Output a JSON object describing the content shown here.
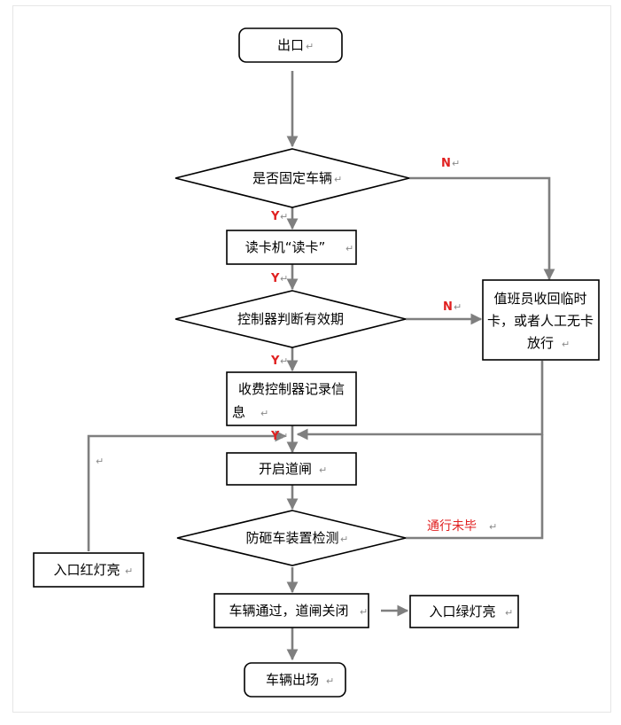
{
  "nodes": {
    "start": "出口",
    "is_fixed": "是否固定车辆",
    "read_card": "读卡机“读卡”",
    "valid_check": "控制器判断有效期",
    "record": [
      "收费控制器记录信",
      "息"
    ],
    "open_gate": "开启道闸",
    "anti_smash": "防砸车装置检测",
    "pass_close": "车辆通过，道闸关闭",
    "exit": "车辆出场",
    "attendant": [
      "值班员收回临时",
      "卡，或者人工无卡",
      "放行"
    ],
    "red_light": "入口红灯亮",
    "green_light": "入口绿灯亮"
  },
  "edge_labels": {
    "y": "Y",
    "n": "N",
    "not_passed": "通行未毕"
  },
  "marks": {
    "return_mark": "↵"
  },
  "colors": {
    "edge": "#7f7f7f",
    "label_red": "#e02020",
    "box_stroke": "#000000"
  }
}
